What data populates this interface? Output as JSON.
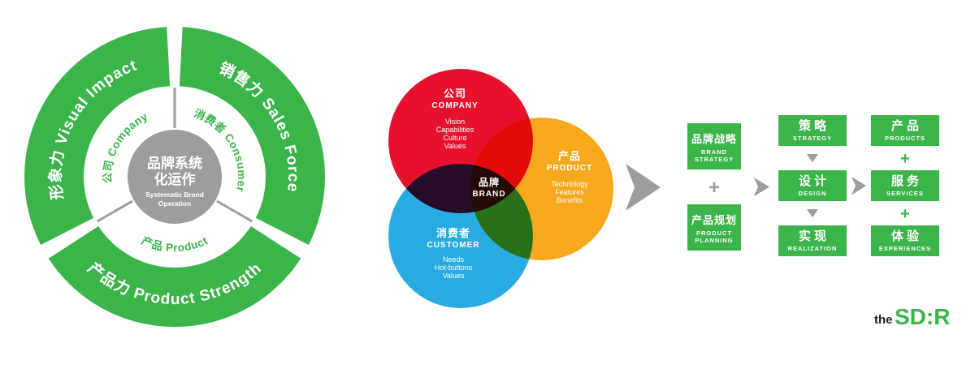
{
  "wheel": {
    "outer_segments": [
      {
        "label": "形象力 Visual Impact"
      },
      {
        "label": "销售力 Sales Force"
      },
      {
        "label": "产品力 Product Strength"
      }
    ],
    "inner_segments": [
      {
        "label": "公司 Company"
      },
      {
        "label": "消费者 Consumer"
      },
      {
        "label": "产品 Product"
      }
    ],
    "center": {
      "line1": "品牌系统",
      "line2": "化运作",
      "sub1": "Systematic Brand",
      "sub2": "Operation"
    },
    "colors": {
      "ring": "#3bb44a",
      "center": "#9d9d9d"
    }
  },
  "venn": {
    "company": {
      "zh": "公司",
      "en": "COMPANY",
      "lines": [
        "Vision",
        "Capabilities",
        "Culture",
        "Values"
      ],
      "color": "#e8112d"
    },
    "product": {
      "zh": "产品",
      "en": "PRODUCT",
      "lines": [
        "Technology",
        "Features",
        "Benefits"
      ],
      "color": "#f7a81c"
    },
    "customer": {
      "zh": "消费者",
      "en": "CUSTOMER",
      "lines": [
        "Needs",
        "Hot-buttons",
        "Values"
      ],
      "color": "#29abe2"
    },
    "brand": {
      "zh": "品牌",
      "en": "BRAND"
    }
  },
  "flow": {
    "left": [
      {
        "zh": "品牌战略",
        "en1": "BRAND",
        "en2": "STRATEGY"
      },
      {
        "zh": "产品规划",
        "en1": "PRODUCT",
        "en2": "PLANNING"
      }
    ],
    "middle": [
      {
        "zh": "策略",
        "en": "STRATEGY"
      },
      {
        "zh": "设计",
        "en": "DESIGN"
      },
      {
        "zh": "实现",
        "en": "REALIZATION"
      }
    ],
    "right": [
      {
        "zh": "产品",
        "en": "PRODUCTS"
      },
      {
        "zh": "服务",
        "en": "SERVICES"
      },
      {
        "zh": "体验",
        "en": "EXPERIENCES"
      }
    ],
    "plus": "+",
    "box_color": "#3bb44a"
  },
  "logo": {
    "prefix": "the",
    "name": "SD:R",
    "color": "#3bb44a"
  }
}
